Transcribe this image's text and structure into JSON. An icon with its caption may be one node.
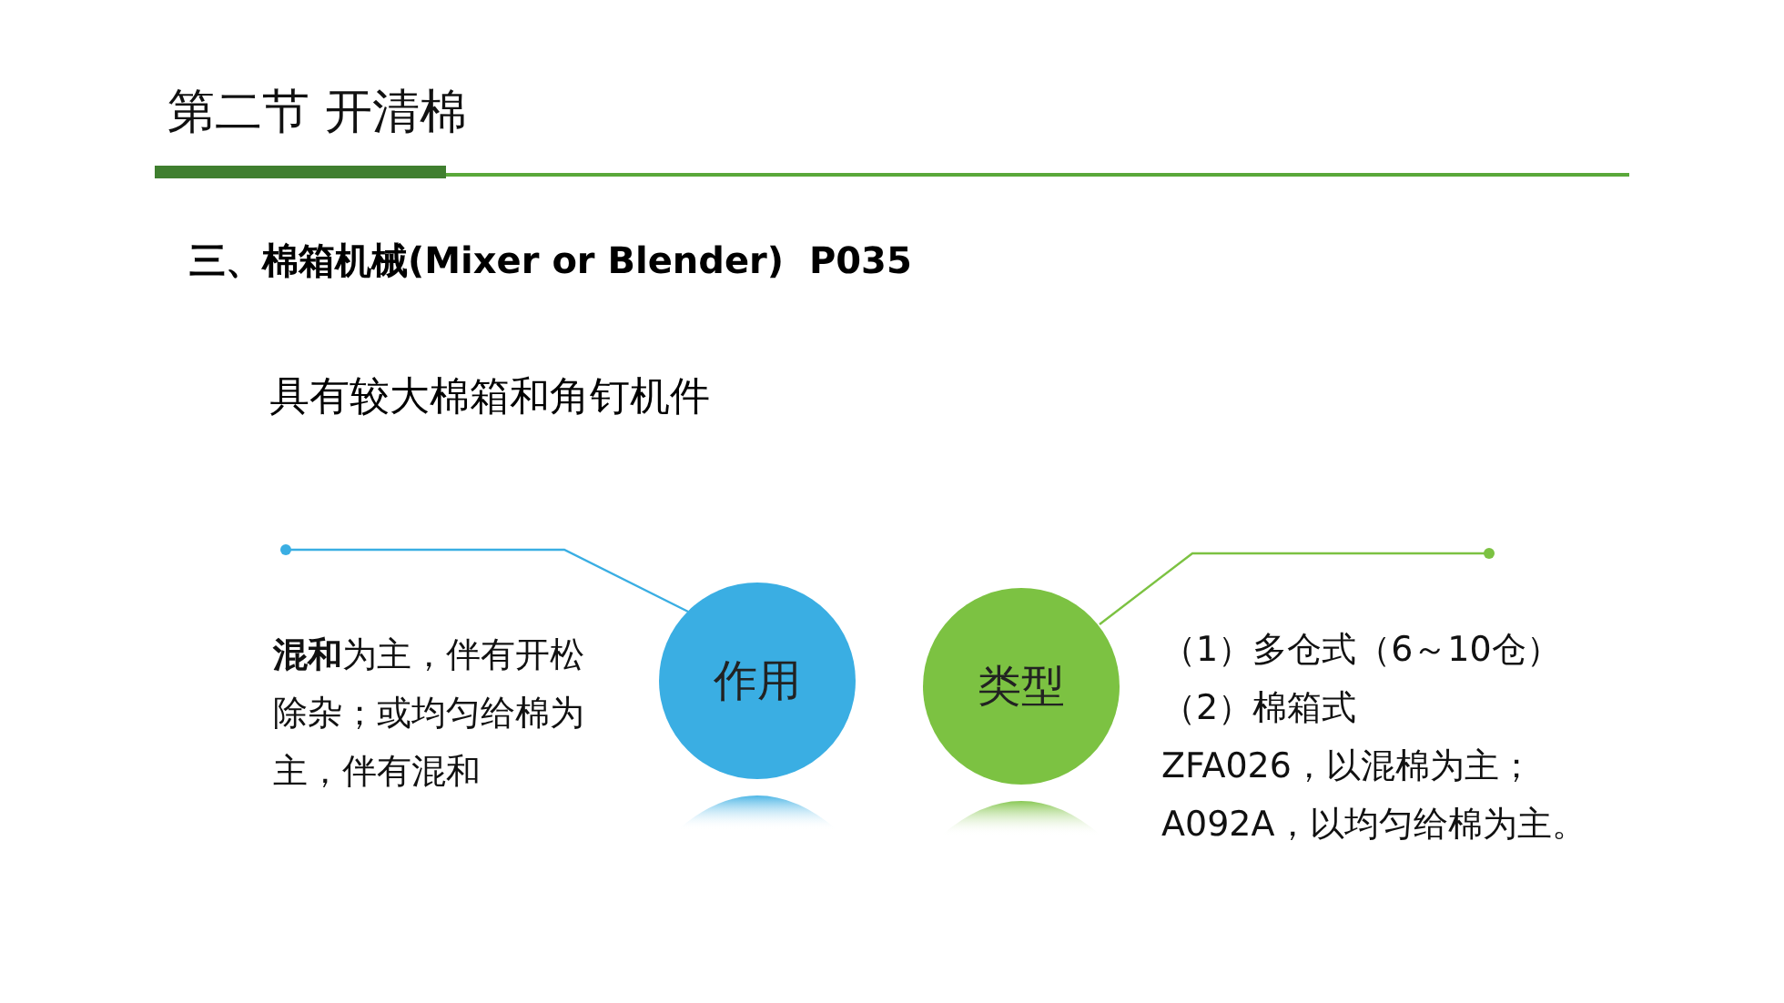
{
  "diagram": {
    "title": "第二节 开清棉",
    "nodes": [
      {
        "text": [
          "作用"
        ],
        "beside": [
          "**混和**为主，伴有开松除杂；或均匀给棉为主，伴有混和"
        ]
      },
      {
        "text": [
          "类型"
        ],
        "beside": [
          "（1）多仓式（6～10仓）",
          "（2）棉箱式",
          "ZFA026，以混棉为主；",
          "A092A，以均匀给棉为主。"
        ]
      }
    ],
    "edges": [
      {
        "from": 0,
        "to": null,
        "arrow": "other",
        "color": "#3aaee3"
      },
      {
        "from": 1,
        "to": null,
        "arrow": "other",
        "color": "#7cc242"
      }
    ],
    "labels": [
      "三、棉箱机械(Mixer or Blender)  P035",
      "具有较大棉箱和角钉机件"
    ]
  }
}
